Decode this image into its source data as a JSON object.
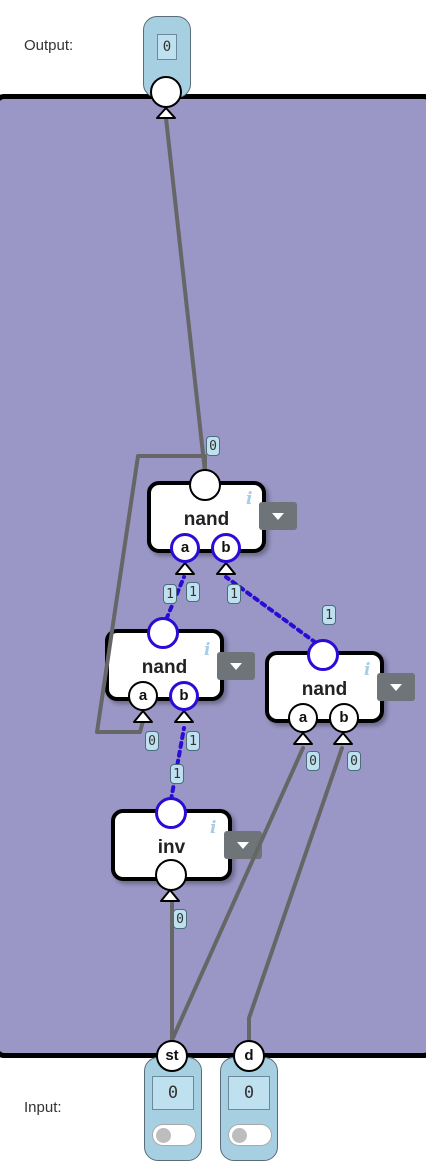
{
  "output": {
    "label": "Output:",
    "value": "0"
  },
  "input": {
    "label": "Input:",
    "pins": [
      {
        "name": "st",
        "value": "0",
        "toggle_on": false
      },
      {
        "name": "d",
        "value": "0",
        "toggle_on": false
      }
    ]
  },
  "gates": [
    {
      "name": "nand",
      "ports": [
        "a",
        "b"
      ]
    },
    {
      "name": "nand",
      "ports": [
        "a",
        "b"
      ]
    },
    {
      "name": "nand",
      "ports": [
        "a",
        "b"
      ]
    },
    {
      "name": "inv"
    }
  ],
  "info_glyph": "i",
  "wire_values": {
    "top_out": "0",
    "topa_1": "1",
    "topa_2": "1",
    "topb_1": "1",
    "topb_2": "1",
    "lb_1": "1",
    "lb_2": "1",
    "la": "0",
    "ra": "0",
    "rb": "0",
    "inv_in": "0"
  },
  "colors": {
    "board": "#9a97c6",
    "wire_low": "#666666",
    "wire_high": "#2a0cd6",
    "pin_box": "#a6d0e2"
  }
}
